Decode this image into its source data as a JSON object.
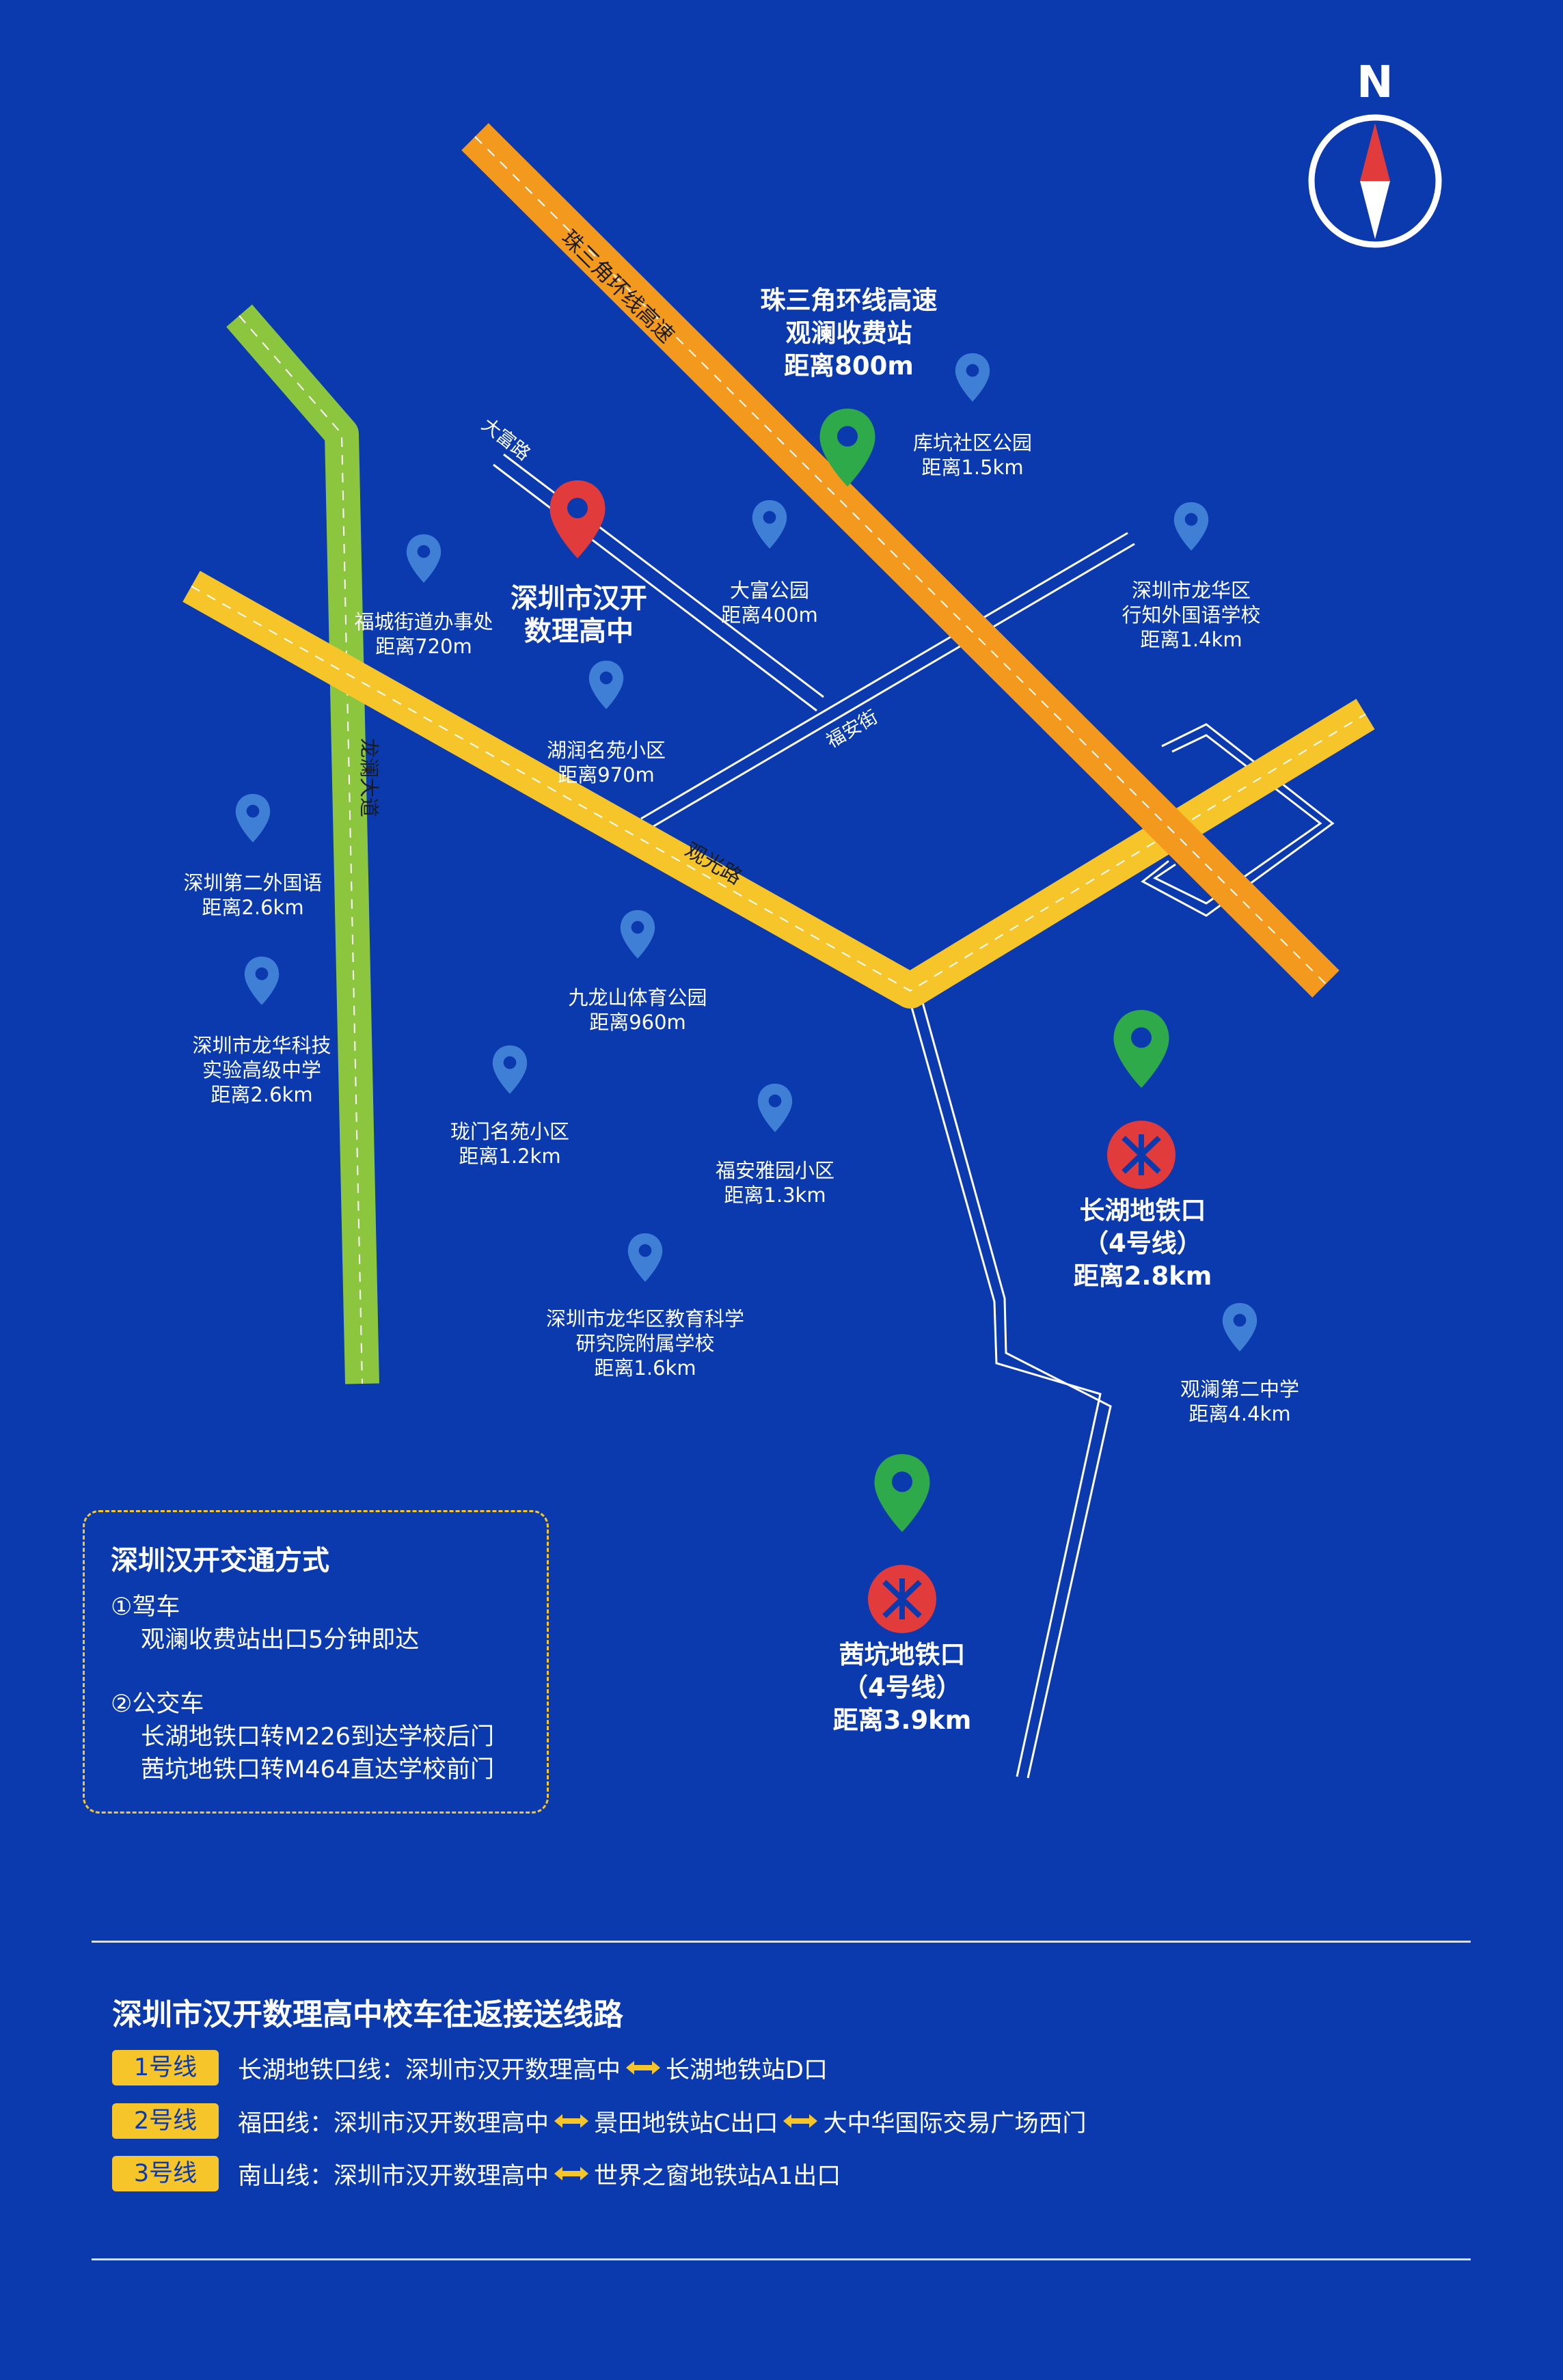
{
  "compass": {
    "label": "N",
    "icon": "compass-icon"
  },
  "roads": {
    "pearl_delta_expressway": "珠三角环线高速",
    "longlan_avenue": "龙澜大道",
    "guanguang_road": "观光路",
    "dafu_road": "大富路",
    "fuan_street": "福安街"
  },
  "school": {
    "line1": "深圳市汉开",
    "line2": "数理高中",
    "icon": "location-pin-icon"
  },
  "toll_station": {
    "line1": "珠三角环线高速",
    "line2": "观澜收费站",
    "line3": "距离800m",
    "icon": "location-pin-icon"
  },
  "pois": [
    {
      "name": "库坑社区公园",
      "distance": "距离1.5km"
    },
    {
      "name": "大富公园",
      "distance": "距离400m"
    },
    {
      "name": "深圳市龙华区",
      "name2": "行知外国语学校",
      "distance": "距离1.4km"
    },
    {
      "name": "福城街道办事处",
      "distance": "距离720m"
    },
    {
      "name": "湖润名苑小区",
      "distance": "距离970m"
    },
    {
      "name": "深圳第二外国语",
      "distance": "距离2.6km"
    },
    {
      "name": "九龙山体育公园",
      "distance": "距离960m"
    },
    {
      "name": "深圳市龙华科技",
      "name2": "实验高级中学",
      "distance": "距离2.6km"
    },
    {
      "name": "珑门名苑小区",
      "distance": "距离1.2km"
    },
    {
      "name": "福安雅园小区",
      "distance": "距离1.3km"
    },
    {
      "name": "深圳市龙华区教育科学",
      "name2": "研究院附属学校",
      "distance": "距离1.6km"
    },
    {
      "name": "观澜第二中学",
      "distance": "距离4.4km"
    }
  ],
  "metro": {
    "changhu": {
      "name": "长湖地铁口",
      "line": "（4号线）",
      "distance": "距离2.8km",
      "icon": "metro-logo-icon"
    },
    "xikeng": {
      "name": "茜坑地铁口",
      "line": "（4号线）",
      "distance": "距离3.9km",
      "icon": "metro-logo-icon"
    }
  },
  "transport": {
    "title": "深圳汉开交通方式",
    "drive_label": "①驾车",
    "drive_desc": "观澜收费站出口5分钟即达",
    "bus_label": "②公交车",
    "bus_desc1": "长湖地铁口转M226到达学校后门",
    "bus_desc2": "茜坑地铁口转M464直达学校前门"
  },
  "shuttle": {
    "title": "深圳市汉开数理高中校车往返接送线路",
    "routes": [
      {
        "tag": "1号线",
        "name": "长湖地铁口线：",
        "stops": [
          "深圳市汉开数理高中",
          "长湖地铁站D口"
        ]
      },
      {
        "tag": "2号线",
        "name": "福田线：",
        "stops": [
          "深圳市汉开数理高中",
          "景田地铁站C出口",
          "大中华国际交易广场西门"
        ]
      },
      {
        "tag": "3号线",
        "name": "南山线：",
        "stops": [
          "深圳市汉开数理高中",
          "世界之窗地铁站A1出口"
        ]
      }
    ]
  },
  "colors": {
    "background": "#0a3aae",
    "poi_pin": "#3f7fd6",
    "school_pin": "#e23b3b",
    "station_pin": "#2faa4a",
    "metro_red": "#e23b3b",
    "expressway": "#f39a1e",
    "guanguang": "#f5c52a",
    "longlan": "#8cc63f",
    "accent_yellow": "#f5c52a"
  }
}
